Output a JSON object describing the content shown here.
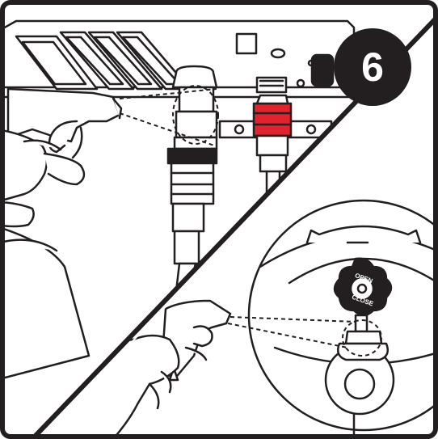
{
  "step": {
    "number": "6"
  },
  "valve_labels": {
    "open": "OPEN",
    "close": "CLOSE"
  },
  "colors": {
    "fitting_accent": "#e0232e",
    "line": "#231f20",
    "background": "#ffffff"
  },
  "icons": [
    "spray-bottle-icon",
    "hand-icon",
    "gas-valve-icon",
    "gas-cylinder-icon",
    "hose-fitting-icon"
  ]
}
